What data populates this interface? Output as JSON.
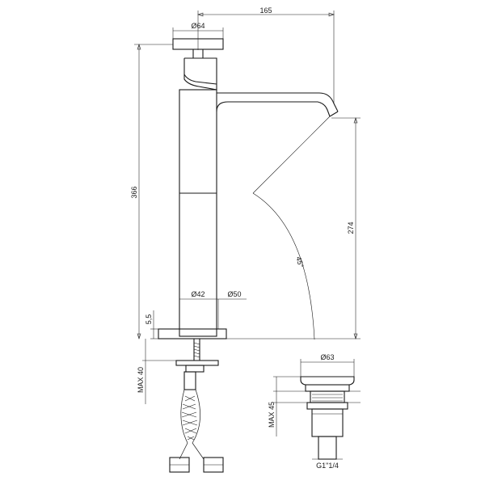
{
  "drawing": {
    "dimensions": {
      "spout_reach": "165",
      "handle_diameter": "Ø64",
      "total_height": "366",
      "spout_height": "274",
      "swivel_angle": "45°",
      "body_diameter": "Ø42",
      "base_diameter": "Ø50",
      "base_thickness": "5,5",
      "max_deck_thickness": "MAX 40",
      "waste_diameter": "Ø63",
      "waste_max_thickness": "MAX 45",
      "waste_thread": "G1\"1/4"
    }
  }
}
